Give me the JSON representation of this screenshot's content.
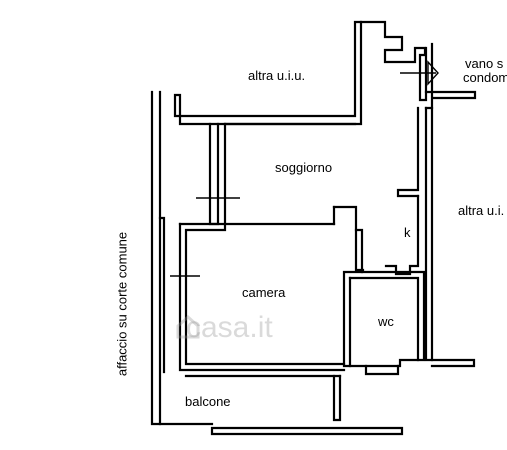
{
  "rooms": {
    "soggiorno": "soggiorno",
    "camera": "camera",
    "wc": "wc",
    "k": "k",
    "balcone": "balcone"
  },
  "neighbors": {
    "top": "altra u.i.u.",
    "right": "altra u.i.",
    "stair_line1": "vano s",
    "stair_line2": "condom"
  },
  "side_label": "affaccio su corte comune",
  "watermark": "casa.it",
  "colors": {
    "wall_fill": "#000000",
    "wall_fill_light": "#444444",
    "background": "#ffffff",
    "watermark": "#969696"
  }
}
